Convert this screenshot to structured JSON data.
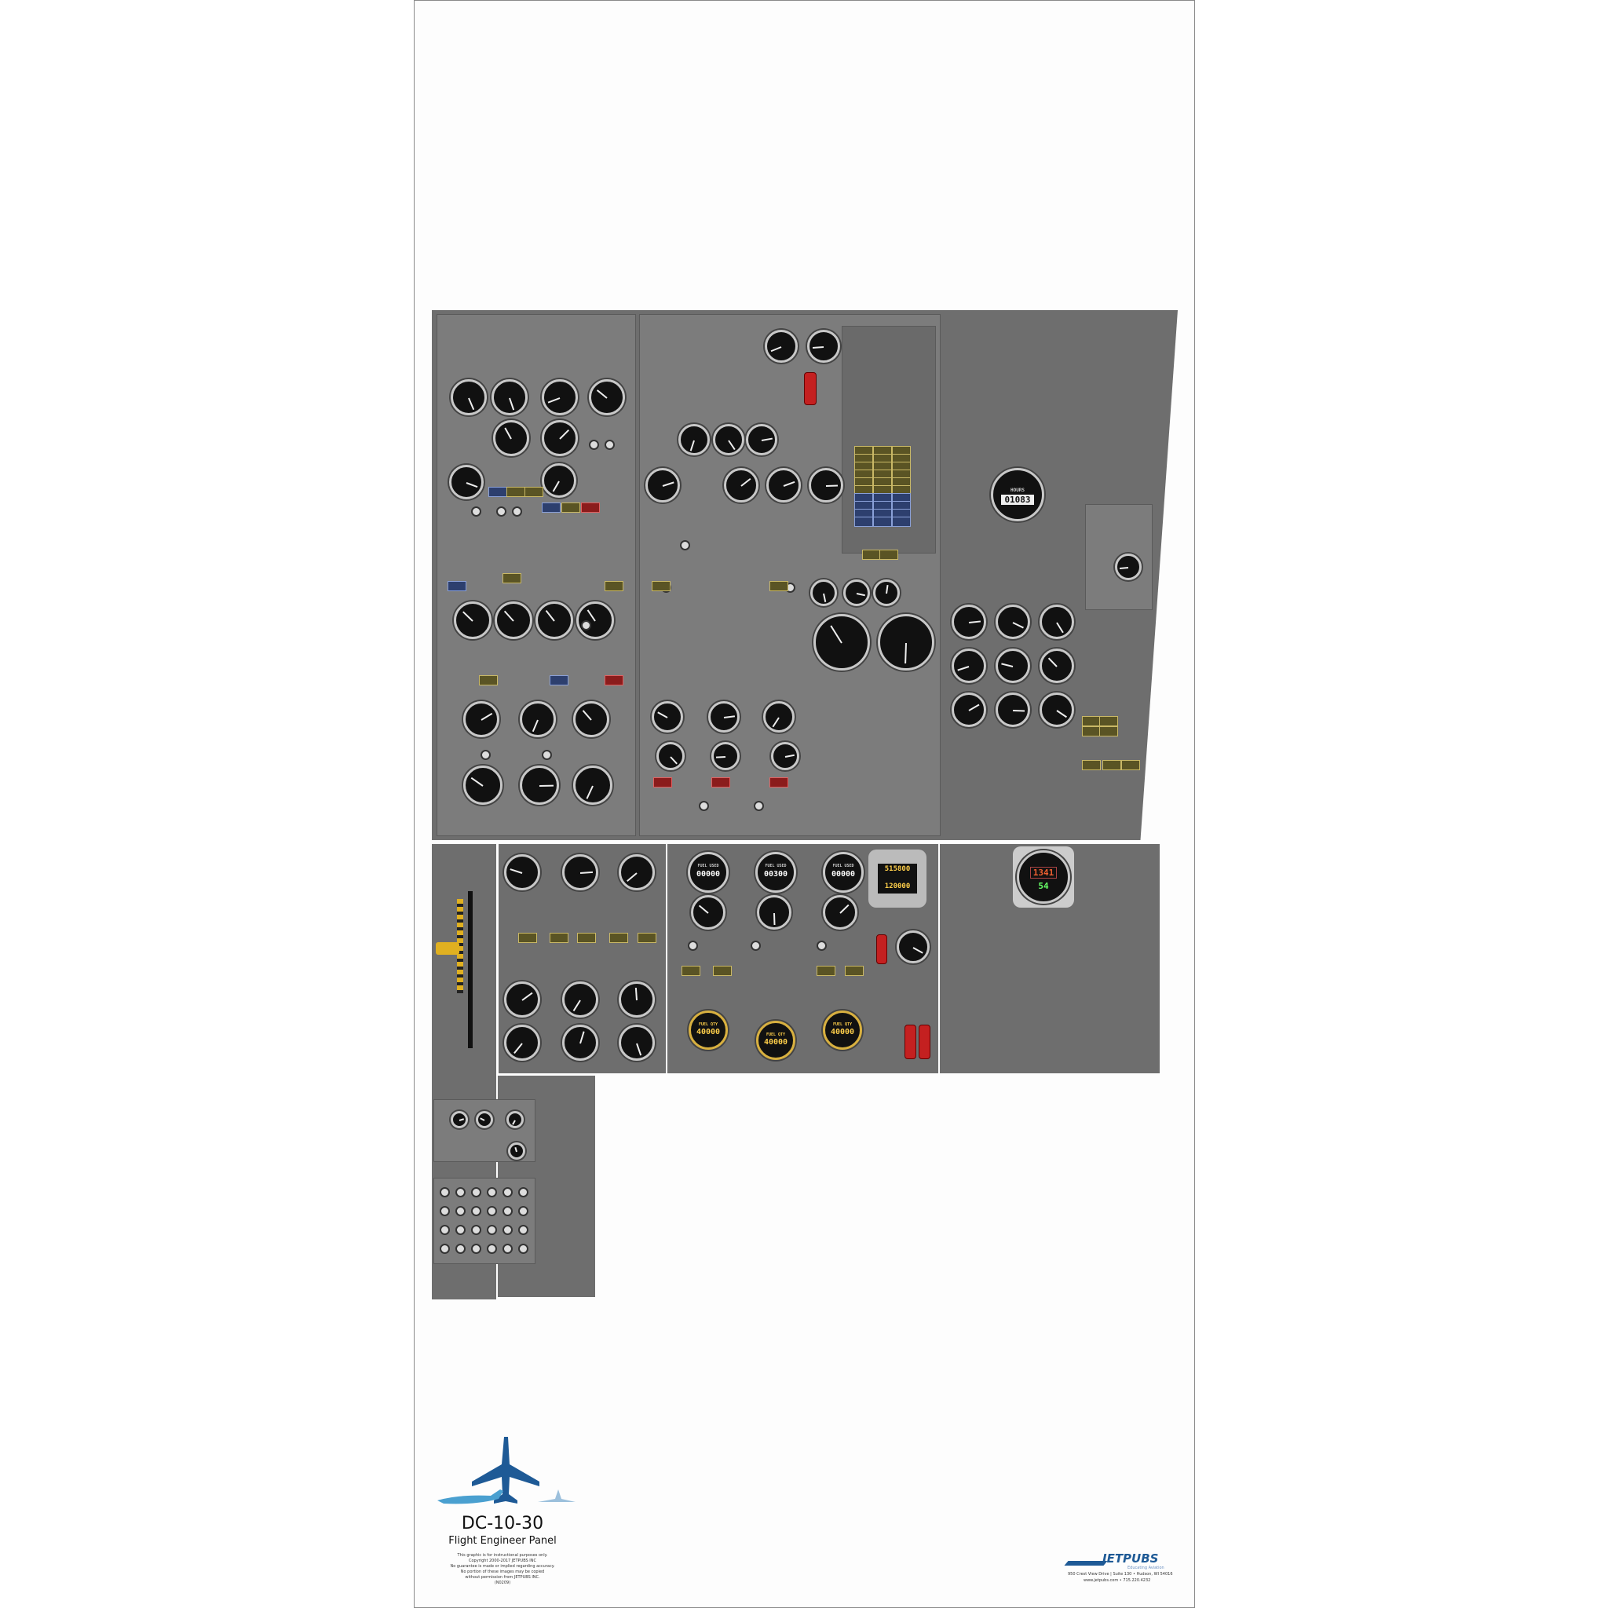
{
  "poster": {
    "title": "DC-10-30",
    "subtitle": "Flight Engineer Panel",
    "fine_print": [
      "This graphic is for instructional purposes only.",
      "Copyright 2000-2017 JETPUBS INC",
      "No guarantee is made or implied regarding accuracy.",
      "No portion of these images may be copied",
      "without permission from JETPUBS INC.",
      "(N0209)"
    ]
  },
  "publisher": {
    "name": "JETPUBS",
    "tagline": "Educating Aviation",
    "address": "950 Crest View Drive | Suite 130 • Hudson, WI 54016",
    "contact": "www.jetpubs.com • 715.220.4232"
  },
  "panel": {
    "hours_meter": {
      "label": "HOURS",
      "value": "01083"
    },
    "fuel_used": [
      {
        "label": "FUEL USED",
        "value": "00000"
      },
      {
        "label": "FUEL USED",
        "value": "00300"
      },
      {
        "label": "FUEL USED",
        "value": "00000"
      }
    ],
    "fuel_quantity": [
      {
        "label": "FUEL QTY",
        "value": "40000"
      },
      {
        "label": "FUEL QTY",
        "value": "40000"
      },
      {
        "label": "FUEL QTY",
        "value": "40000"
      }
    ],
    "weight_display": {
      "top": "515800",
      "bottom": "120000"
    },
    "clock": {
      "top": "1341",
      "bottom": "54"
    }
  },
  "colors": {
    "panel": "#6e6e6e",
    "brand": "#1e5a96",
    "readout": "#ffcf4a"
  }
}
